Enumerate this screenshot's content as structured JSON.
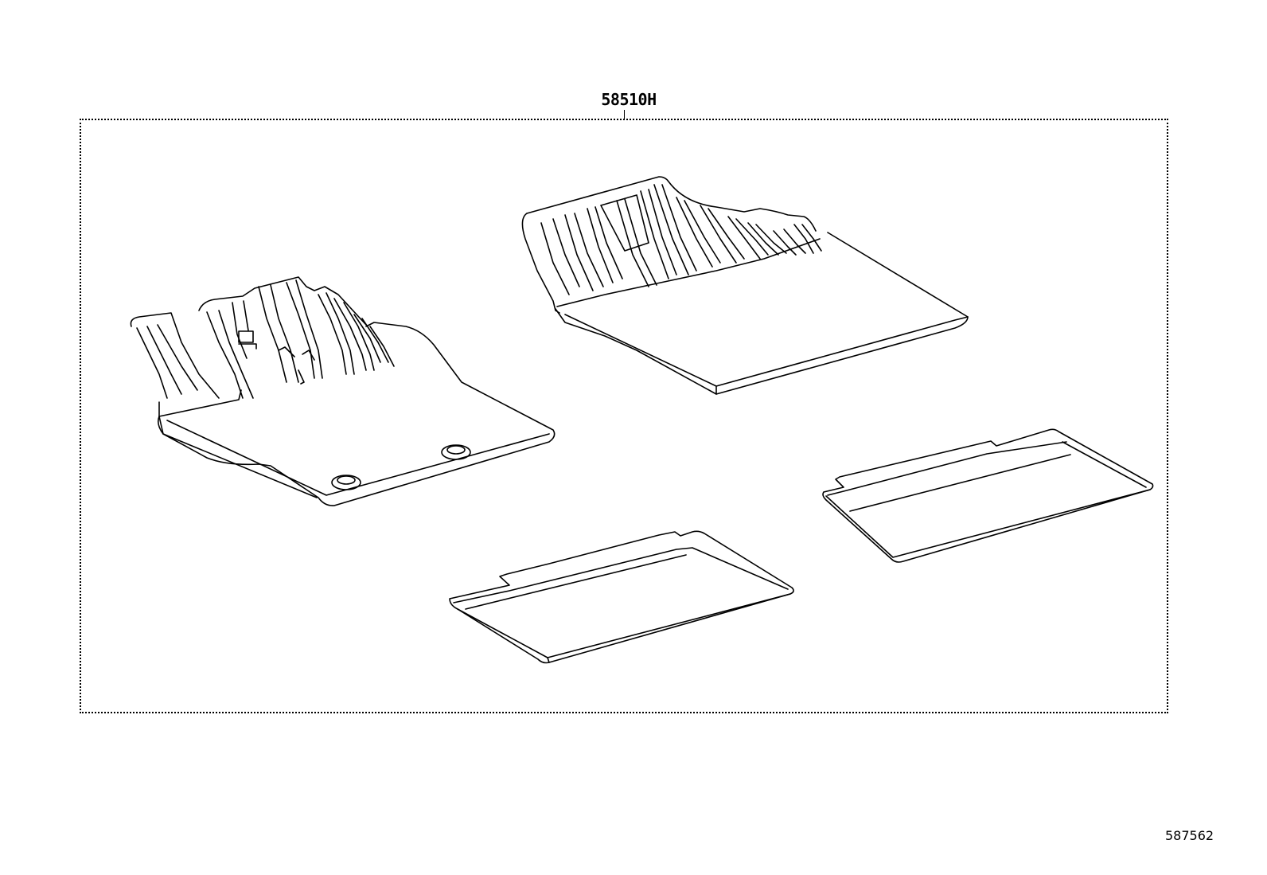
{
  "diagram": {
    "part_callout": "58510H",
    "figure_number": "587562",
    "parts": [
      {
        "name": "front-left-floor-mat",
        "features": [
          "ribbed heel area",
          "2 retention grommets"
        ]
      },
      {
        "name": "front-right-floor-mat",
        "features": [
          "ribbed heel area",
          "rectangular heel pad"
        ]
      },
      {
        "name": "rear-left-floor-mat",
        "features": [
          "raised lip edge",
          "notched corners"
        ]
      },
      {
        "name": "rear-right-floor-mat",
        "features": [
          "raised lip edge",
          "notched corners"
        ]
      }
    ],
    "colors": {
      "line": "#000000",
      "background": "#ffffff"
    }
  }
}
